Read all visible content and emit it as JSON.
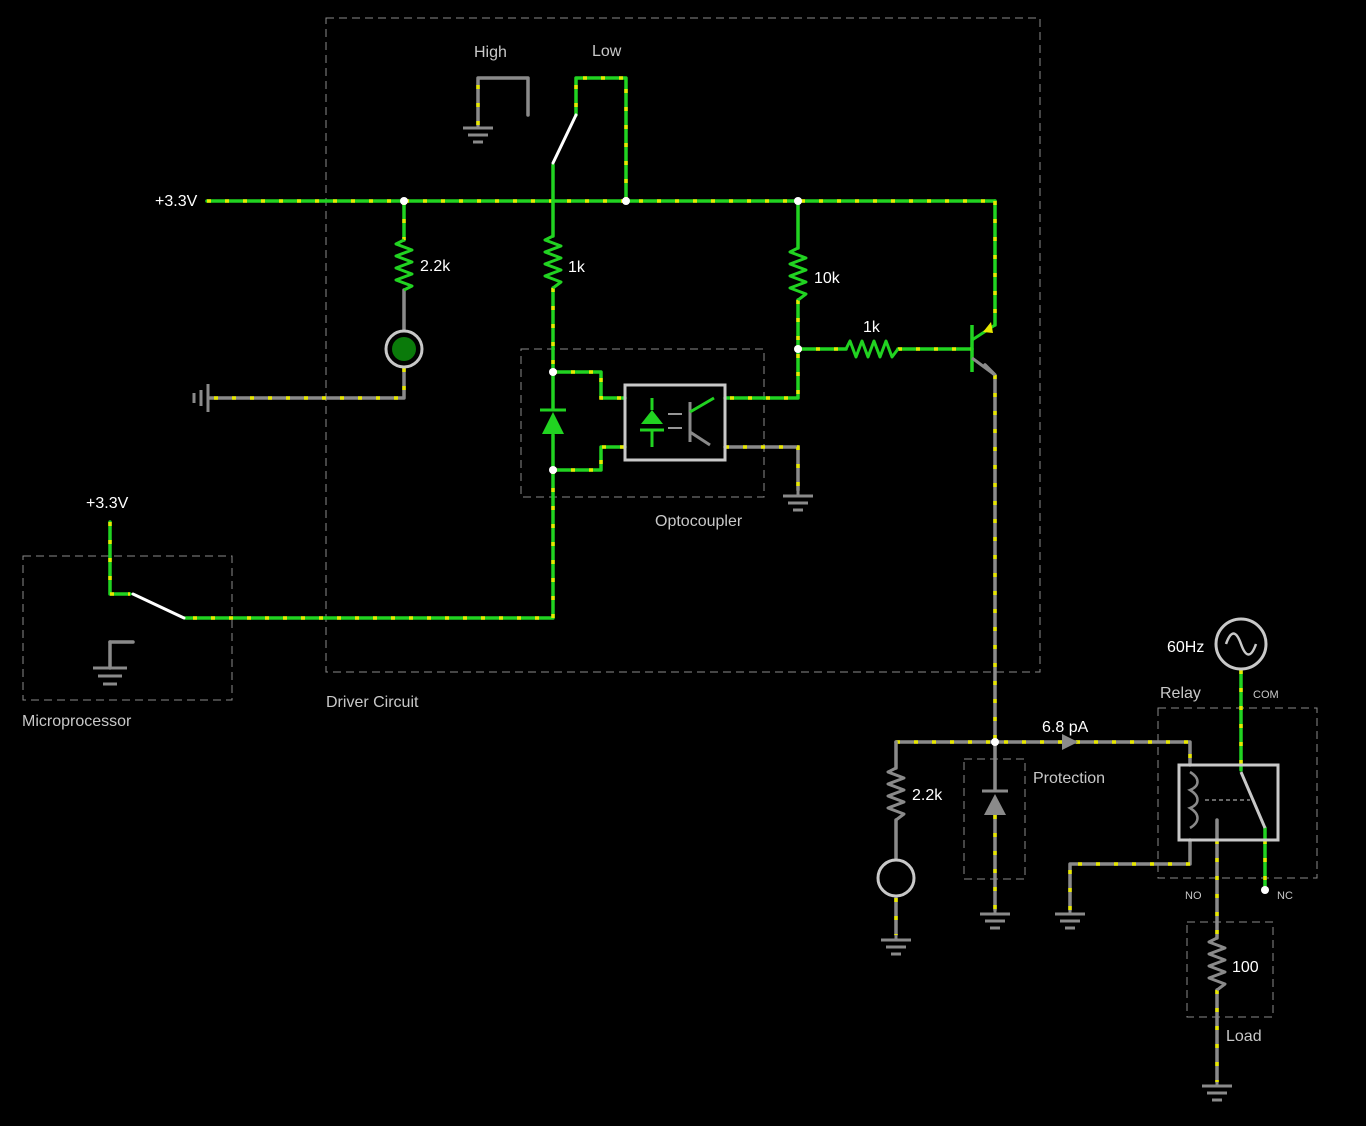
{
  "labels": {
    "driver_circuit": "Driver Circuit",
    "microprocessor": "Microprocessor",
    "optocoupler": "Optocoupler",
    "protection": "Protection",
    "relay": "Relay",
    "load": "Load",
    "switch_high": "High",
    "switch_low": "Low",
    "supply_main": "+3.3V",
    "supply_micro": "+3.3V",
    "relay_com": "COM",
    "relay_no": "NO",
    "relay_nc": "NC",
    "ac_source": "60Hz",
    "current_readout": "6.8 pA"
  },
  "components": {
    "r_led": "2.2k",
    "r_opto": "1k",
    "r_pullup": "10k",
    "r_base": "1k",
    "r_relay_led": "2.2k",
    "r_load": "100"
  },
  "colors": {
    "wire_active": "#21d321",
    "wire_inactive": "#8a8a8a",
    "current_dots": "#e8e800",
    "led_on": "#0a7a0a",
    "background": "#000000"
  }
}
